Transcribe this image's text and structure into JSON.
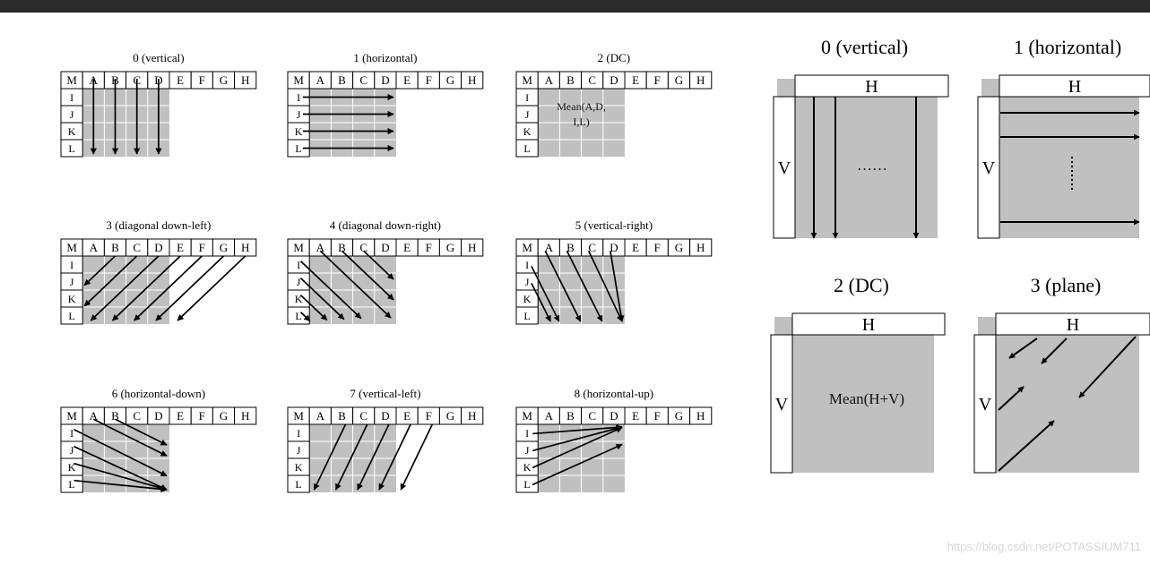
{
  "header_labels": [
    "M",
    "A",
    "B",
    "C",
    "D",
    "E",
    "F",
    "G",
    "H"
  ],
  "side_labels": [
    "I",
    "J",
    "K",
    "L"
  ],
  "small_modes": [
    {
      "title": "0 (vertical)",
      "mean_lines": []
    },
    {
      "title": "1 (horizontal)",
      "mean_lines": []
    },
    {
      "title": "2 (DC)",
      "mean_lines": [
        "Mean(A,D,",
        "I,L)"
      ]
    },
    {
      "title": "3 (diagonal down-left)",
      "mean_lines": []
    },
    {
      "title": "4 (diagonal down-right)",
      "mean_lines": []
    },
    {
      "title": "5 (vertical-right)",
      "mean_lines": []
    },
    {
      "title": "6 (horizontal-down)",
      "mean_lines": []
    },
    {
      "title": "7 (vertical-left)",
      "mean_lines": []
    },
    {
      "title": "8 (horizontal-up)",
      "mean_lines": []
    }
  ],
  "large_modes": [
    {
      "title": "0 (vertical)",
      "h_label": "H",
      "v_label": "V",
      "dots": "……",
      "mean": ""
    },
    {
      "title": "1 (horizontal)",
      "h_label": "H",
      "v_label": "V",
      "dots": "",
      "mean": ""
    },
    {
      "title": "2 (DC)",
      "h_label": "H",
      "v_label": "V",
      "dots": "",
      "mean": "Mean(H+V)"
    },
    {
      "title": "3 (plane)",
      "h_label": "H",
      "v_label": "V",
      "dots": "",
      "mean": ""
    }
  ],
  "watermark": "https://blog.csdn.net/POTASSIUM711",
  "colors": {
    "gray": "#c0c0c0",
    "grid": "#ffffff",
    "ink": "#000000",
    "topbar": "#2b2b2b"
  }
}
